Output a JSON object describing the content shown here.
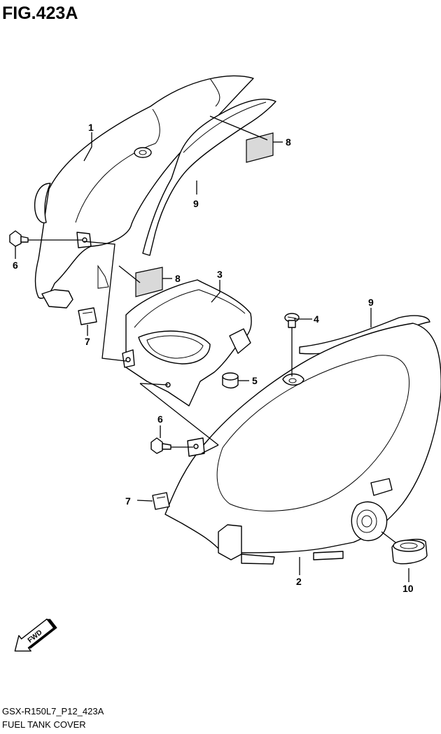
{
  "diagram": {
    "title": "FIG.423A",
    "footer_code": "GSX-R150L7_P12_423A",
    "footer_name": "FUEL TANK COVER",
    "fwd_label": "FWD",
    "callouts": [
      {
        "id": "c1",
        "label": "1"
      },
      {
        "id": "c9a",
        "label": "9"
      },
      {
        "id": "c8a",
        "label": "8"
      },
      {
        "id": "c6a",
        "label": "6"
      },
      {
        "id": "c8b",
        "label": "8"
      },
      {
        "id": "c3",
        "label": "3"
      },
      {
        "id": "c7a",
        "label": "7"
      },
      {
        "id": "c4",
        "label": "4"
      },
      {
        "id": "c9b",
        "label": "9"
      },
      {
        "id": "c5",
        "label": "5"
      },
      {
        "id": "c6b",
        "label": "6"
      },
      {
        "id": "c7b",
        "label": "7"
      },
      {
        "id": "c2",
        "label": "2"
      },
      {
        "id": "c10",
        "label": "10"
      }
    ]
  }
}
